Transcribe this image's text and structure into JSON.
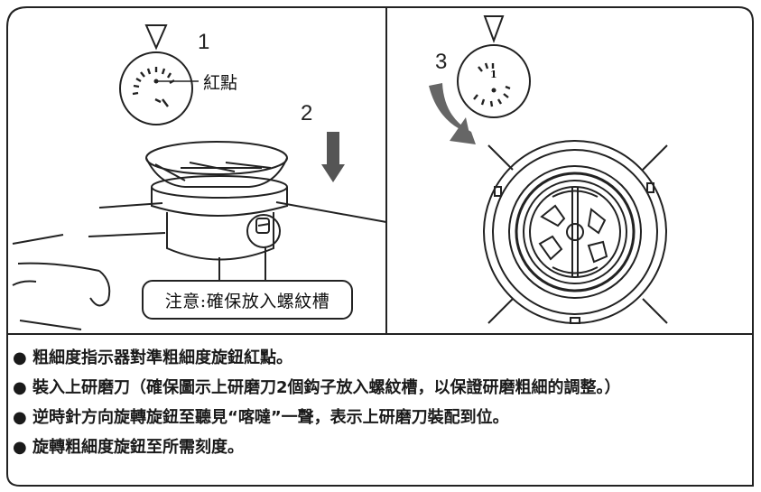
{
  "figure": {
    "step_labels": [
      "1",
      "2",
      "3"
    ],
    "dial_marker_label": "紅點",
    "dial3_number": "1",
    "callout_text": "注意:確保放入螺紋槽"
  },
  "instructions": {
    "bullet": "●",
    "items": [
      "粗細度指示器對準粗細度旋鈕紅點。",
      "裝入上研磨刀（確保圖示上研磨刀2個鈎子放入螺紋槽，以保證研磨粗細的調整。）",
      "逆時針方向旋轉旋鈕至聽見“喀噠”一聲，表示上研磨刀裝配到位。",
      "旋轉粗細度旋鈕至所需刻度。"
    ]
  }
}
